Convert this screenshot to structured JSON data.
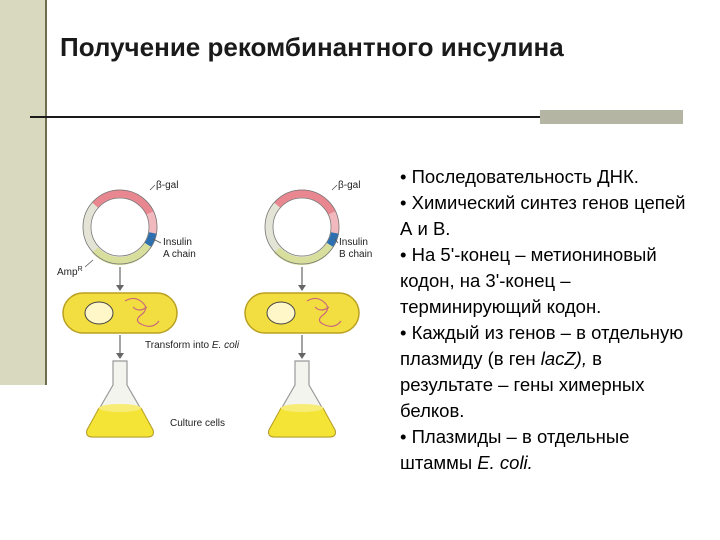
{
  "slide": {
    "title": "Получение рекомбинантного инсулина"
  },
  "bullets": [
    "• Последовательность ДНК.",
    "• Химический синтез генов цепей А и В.",
    "• На 5'-конец – метиониновый кодон, на 3'-конец – терминирующий кодон.",
    "• Каждый из генов – в отдельную плазмиду (в ген ",
    "lacZ),",
    " в результате – гены химерных белков.",
    "• Плазмиды – в отдельные штаммы ",
    "E. coli."
  ],
  "diagram": {
    "left": {
      "beta_gal": "β-gal",
      "amp": "Amp",
      "amp_sup": "R",
      "insulin": "Insulin",
      "chain": "A chain"
    },
    "right": {
      "beta_gal": "β-gal",
      "insulin": "Insulin",
      "chain": "B chain"
    },
    "transform": "Transform into ",
    "transform_italic": "E. coli",
    "culture": "Culture cells"
  },
  "colors": {
    "accent_bar": "#d9d9c0",
    "rule_block": "#b5b5a3",
    "beta_gal_segment": "#e8878f",
    "insulin_segment": "#2e6fb0",
    "amp_segment": "#d8df9c",
    "cell_fill": "#f3de42",
    "culture_fill": "#f3e436"
  }
}
